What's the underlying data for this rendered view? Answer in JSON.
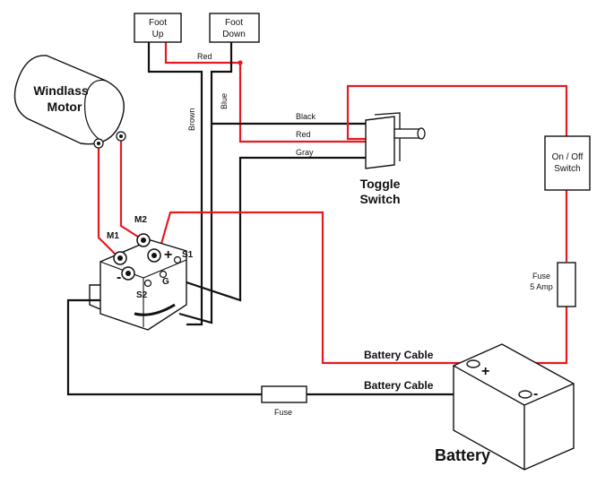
{
  "components": {
    "foot_up": [
      "Foot",
      "Up"
    ],
    "foot_down": [
      "Foot",
      "Down"
    ],
    "windlass_motor": [
      "Windlass",
      "Motor"
    ],
    "toggle_switch": [
      "Toggle",
      "Switch"
    ],
    "on_off_switch": [
      "On / Off",
      "Switch"
    ],
    "fuse_5amp": [
      "Fuse",
      "5 Amp"
    ],
    "fuse": "Fuse",
    "battery": "Battery"
  },
  "terminals": {
    "m1": "M1",
    "m2": "M2",
    "s1": "S1",
    "s2": "S2",
    "g": "G",
    "plus": "+",
    "minus": "-",
    "battery_plus": "+",
    "battery_minus": "-"
  },
  "wires": {
    "red_top": "Red",
    "brown": "Brown",
    "blue": "Blue",
    "black": "Black",
    "red": "Red",
    "gray": "Gray",
    "battery_cable_pos": "Battery Cable",
    "battery_cable_neg": "Battery Cable"
  },
  "colors": {
    "red_wire": "#e21c21",
    "black_wire": "#111111"
  }
}
